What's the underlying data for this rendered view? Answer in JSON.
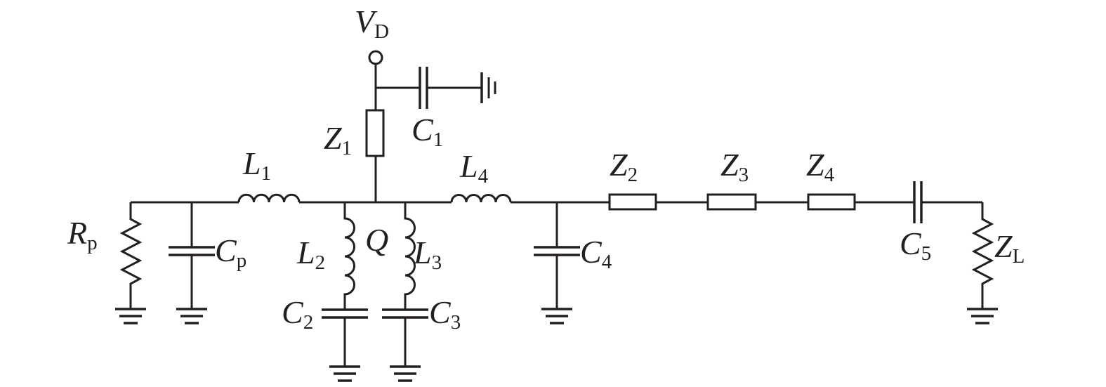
{
  "labels": {
    "vd": {
      "main": "V",
      "sub": "D"
    },
    "z1": {
      "main": "Z",
      "sub": "1"
    },
    "c1": {
      "main": "C",
      "sub": "1"
    },
    "l1": {
      "main": "L",
      "sub": "1"
    },
    "l4": {
      "main": "L",
      "sub": "4"
    },
    "z2": {
      "main": "Z",
      "sub": "2"
    },
    "z3": {
      "main": "Z",
      "sub": "3"
    },
    "z4": {
      "main": "Z",
      "sub": "4"
    },
    "rp": {
      "main": "R",
      "sub": "p"
    },
    "cp": {
      "main": "C",
      "sub": "p"
    },
    "l2": {
      "main": "L",
      "sub": "2"
    },
    "q": {
      "main": "Q"
    },
    "l3": {
      "main": "L",
      "sub": "3"
    },
    "c4": {
      "main": "C",
      "sub": "4"
    },
    "c5": {
      "main": "C",
      "sub": "5"
    },
    "zl": {
      "main": "Z",
      "sub": "L"
    },
    "c2": {
      "main": "C",
      "sub": "2"
    },
    "c3": {
      "main": "C",
      "sub": "3"
    }
  }
}
